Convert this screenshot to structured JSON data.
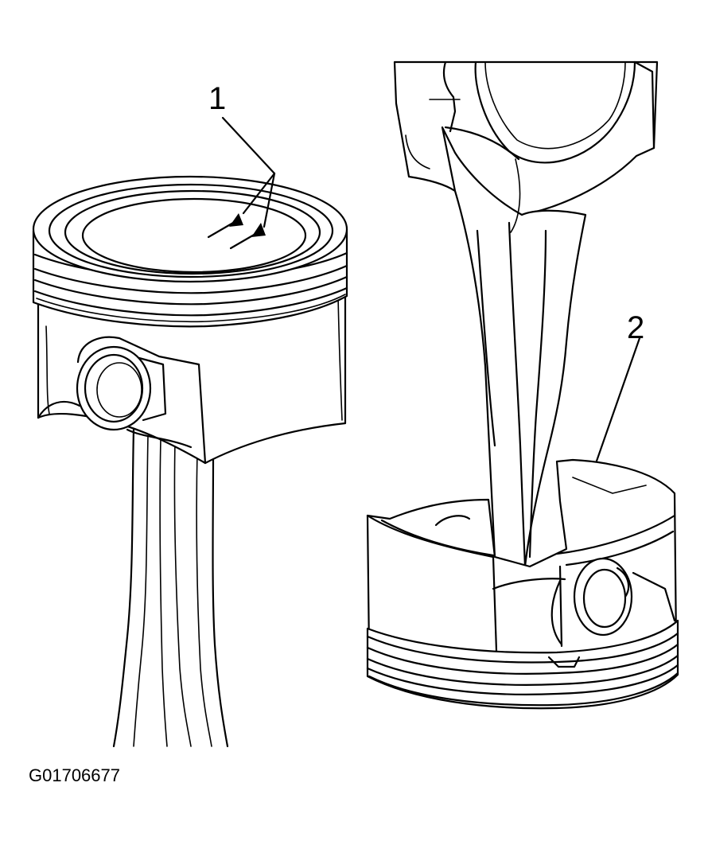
{
  "figure": {
    "callouts": [
      {
        "label": "1"
      },
      {
        "label": "2"
      }
    ],
    "figure_id": "G01706677"
  },
  "colors": {
    "line": "#000000",
    "background": "#ffffff"
  }
}
